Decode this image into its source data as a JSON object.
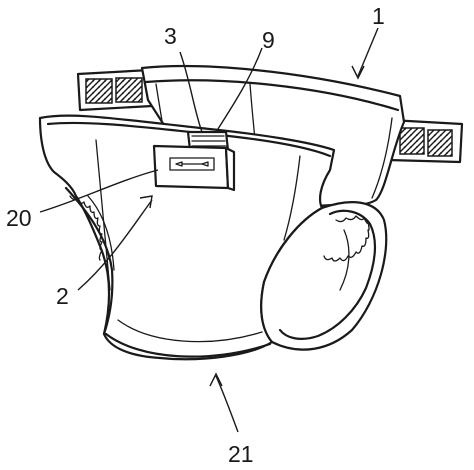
{
  "figure": {
    "reference_numerals": {
      "diaper": "1",
      "sensor": "2",
      "fastener": "3",
      "clip": "9",
      "sensor_body": "20",
      "crotch": "21"
    }
  }
}
